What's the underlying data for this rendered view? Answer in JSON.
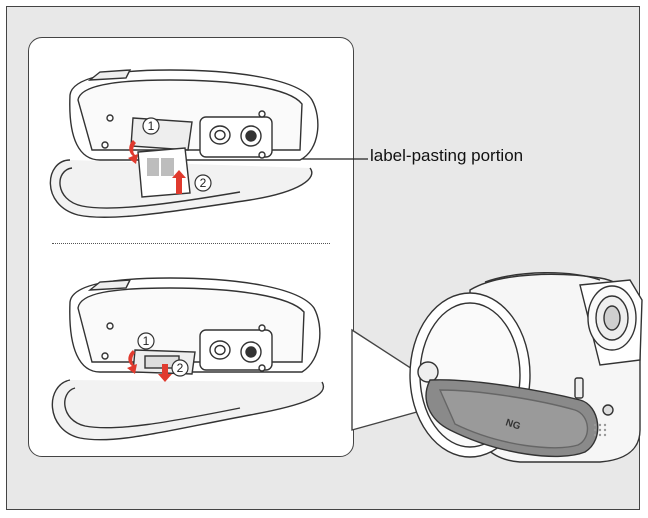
{
  "callout": {
    "label": "label-pasting portion"
  },
  "steps": {
    "step1": "1",
    "step2": "2"
  },
  "colors": {
    "background": "#e8e8e8",
    "panel": "#ffffff",
    "arrow": "#e03a2e",
    "outline": "#333333"
  },
  "icons": {
    "camera": "camcorder-illustration",
    "card": "memory-card-illustration"
  }
}
